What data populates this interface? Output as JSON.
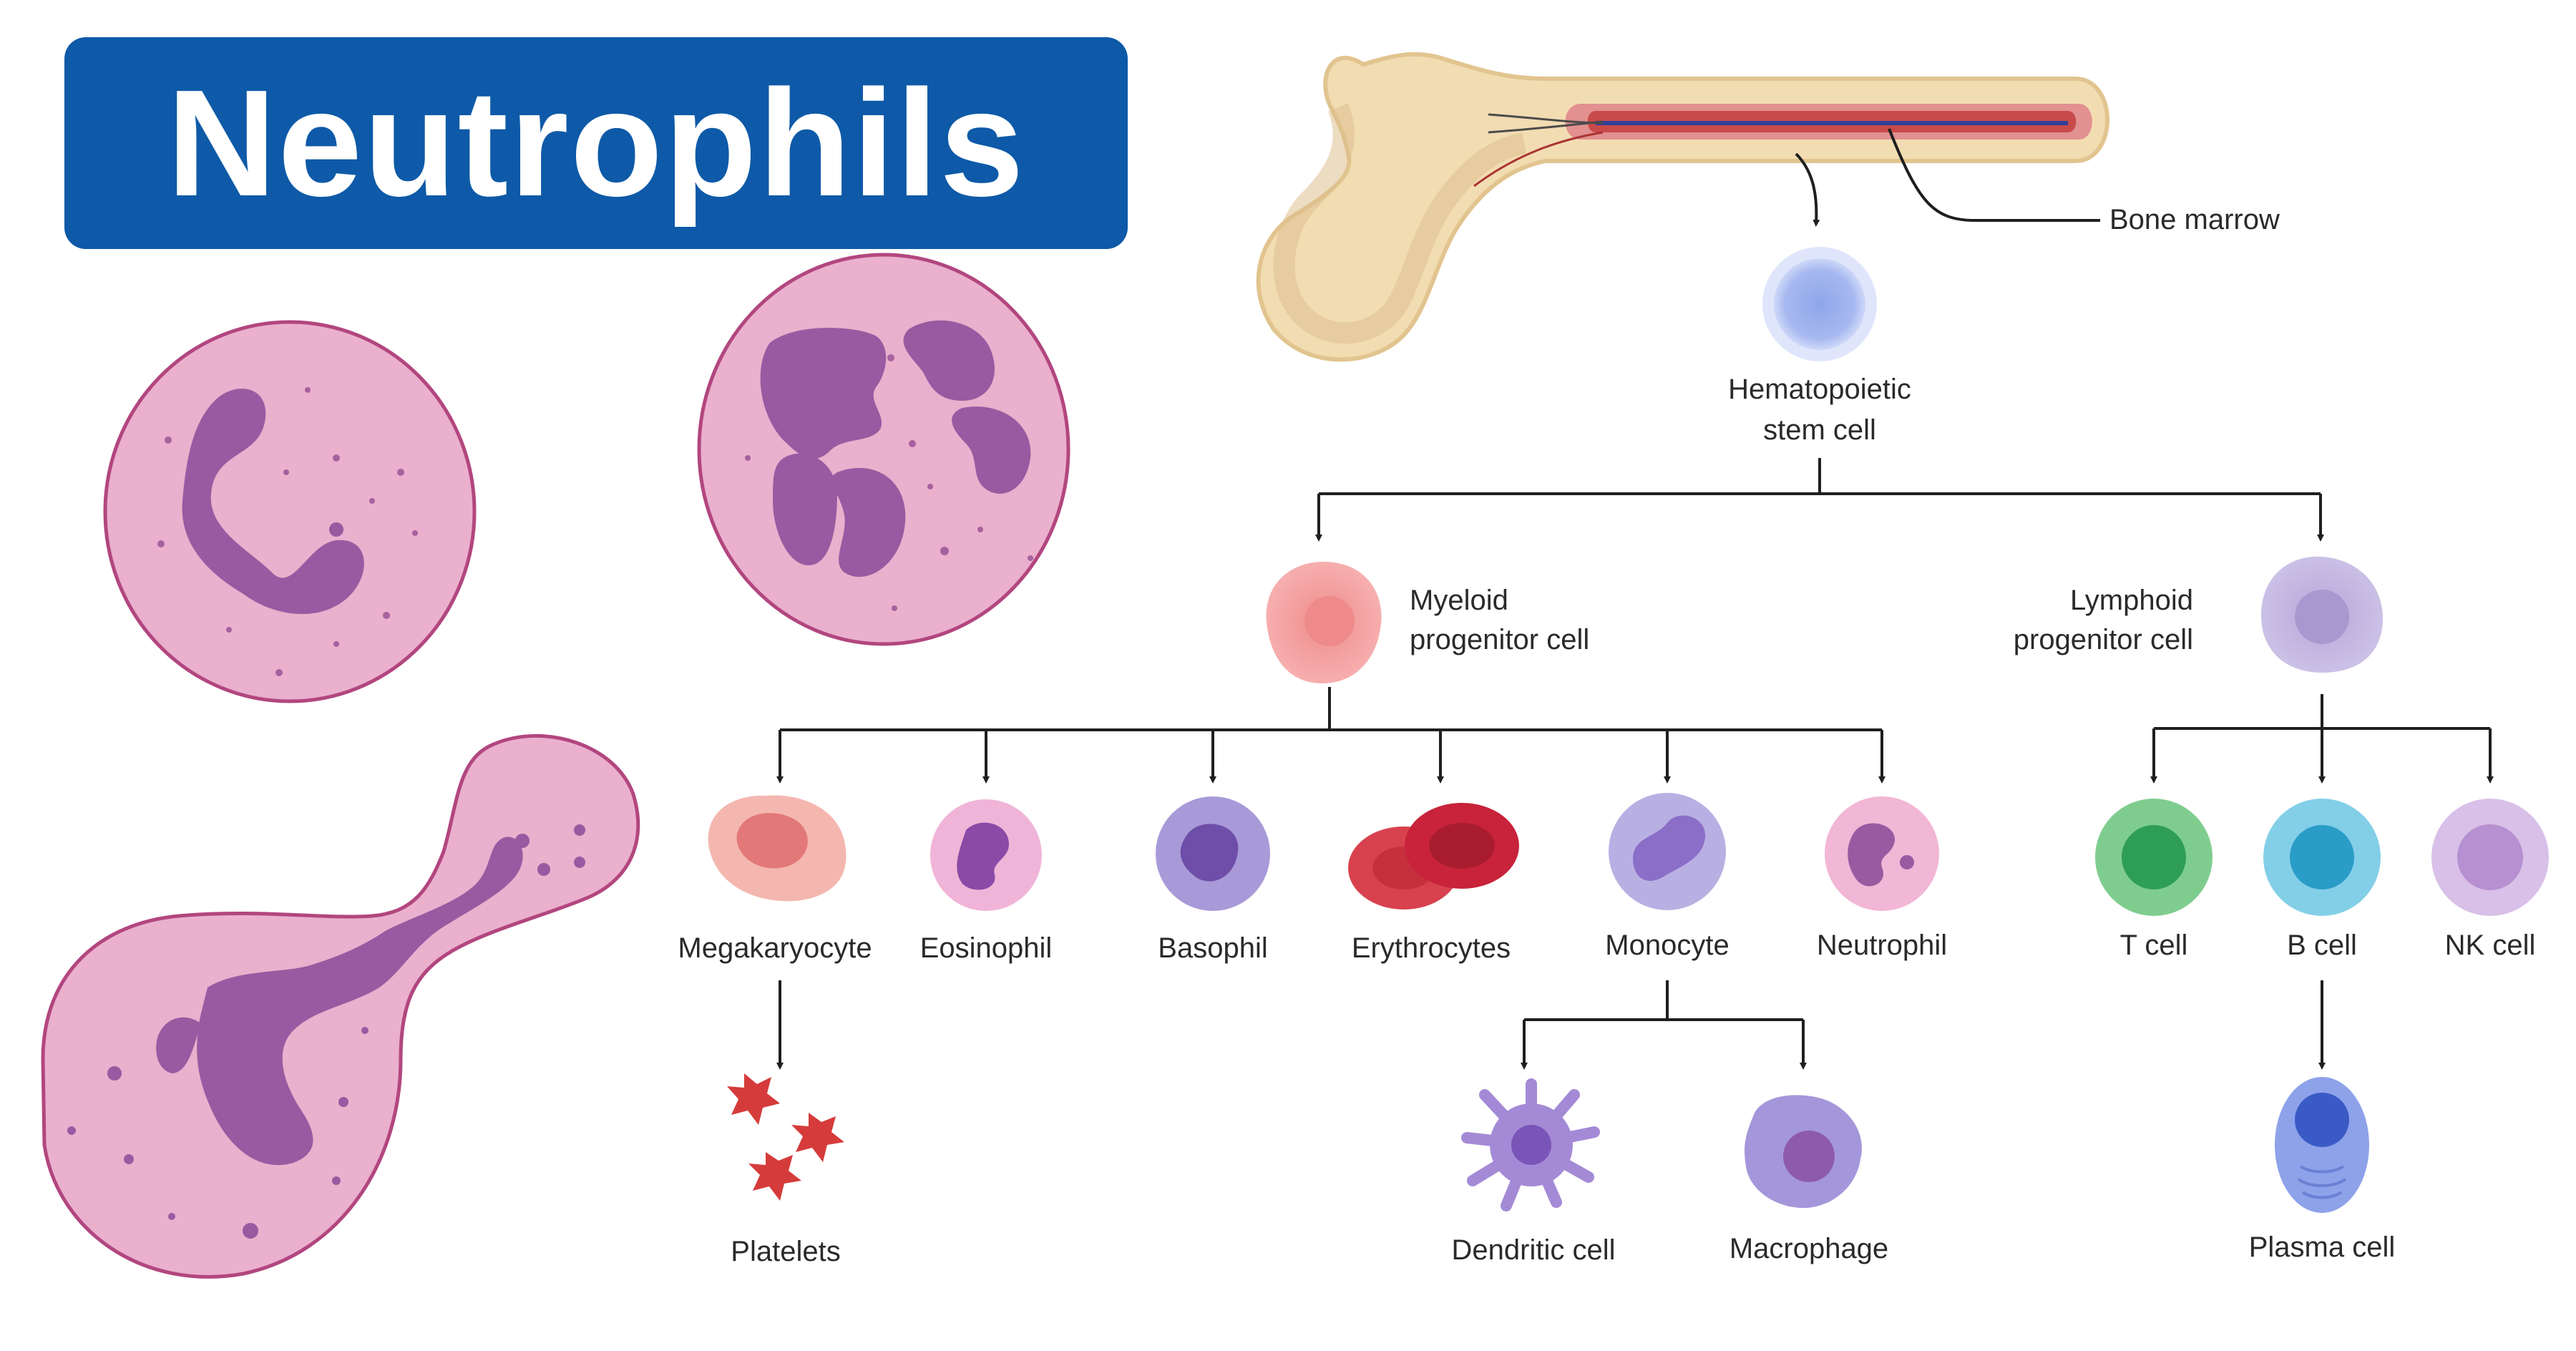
{
  "title": "Neutrophils",
  "colors": {
    "banner": "#0e5aa8",
    "neutrophil_cytoplasm": "#eab0cd",
    "neutrophil_nucleus": "#9a5aa1",
    "bone": "#f2dcb2",
    "marrow": "#c94a4a",
    "arrow": "#1f1f1f"
  },
  "labels": {
    "bone_marrow": "Bone marrow",
    "hsc_line1": "Hematopoietic",
    "hsc_line2": "stem cell",
    "myeloid_line1": "Myeloid",
    "myeloid_line2": "progenitor cell",
    "lymphoid_line1": "Lymphoid",
    "lymphoid_line2": "progenitor cell",
    "megakaryocyte": "Megakaryocyte",
    "eosinophil": "Eosinophil",
    "basophil": "Basophil",
    "erythrocytes": "Erythrocytes",
    "monocyte": "Monocyte",
    "neutrophil": "Neutrophil",
    "platelets": "Platelets",
    "dendritic_cell": "Dendritic cell",
    "macrophage": "Macrophage",
    "t_cell": "T cell",
    "b_cell": "B cell",
    "nk_cell": "NK cell",
    "plasma_cell": "Plasma cell"
  }
}
